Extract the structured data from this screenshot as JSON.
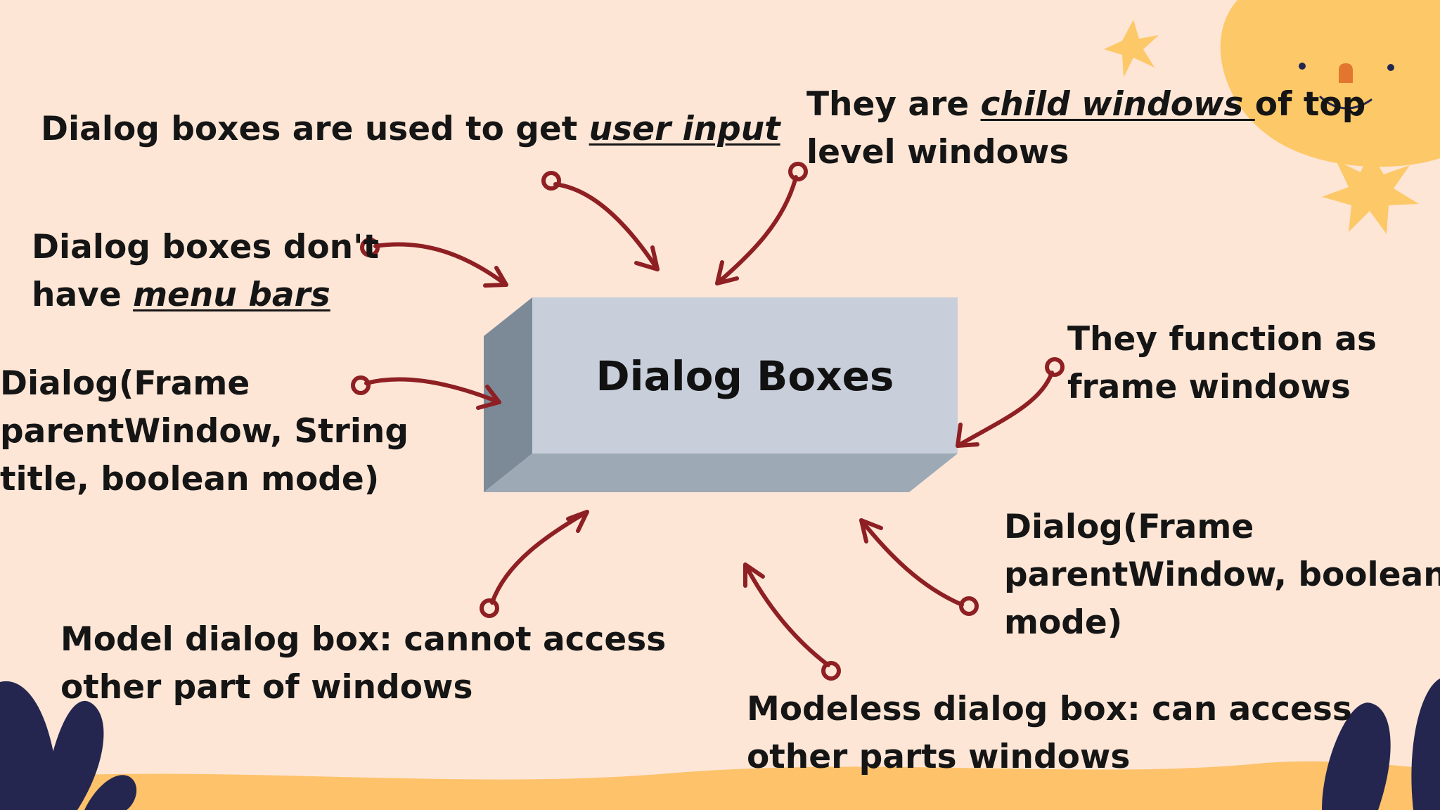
{
  "title": "Dialog Boxes",
  "colors": {
    "background": "#fde6d6",
    "box_front": "#c8cfdb",
    "box_side": "#7c8a98",
    "box_bottom": "#9ea9b6",
    "arrow": "#8e1f23",
    "sun": "#fdc867",
    "leaf": "#25264f",
    "ground": "#fdc26a"
  },
  "labels": {
    "user_input": {
      "prefix": "Dialog boxes are used to get ",
      "emphasis": "user input"
    },
    "child_windows": {
      "prefix": "They are ",
      "emphasis": "child windows ",
      "suffix": "of top",
      "line2": "level windows"
    },
    "menu_bars": {
      "line1": "Dialog boxes don't",
      "line2_prefix": "have ",
      "emphasis": "menu bars"
    },
    "constructor_title": {
      "line1": "Dialog(Frame",
      "line2": "parentWindow, String",
      "line3": "title, boolean mode)"
    },
    "frame_windows": {
      "line1": "They function as",
      "line2": "frame windows"
    },
    "constructor_mode": {
      "line1": "Dialog(Frame",
      "line2": "parentWindow, boolean",
      "line3": "mode)"
    },
    "modal": {
      "line1": "Model dialog box: cannot access",
      "line2": "other part of windows"
    },
    "modeless": {
      "line1": "Modeless dialog box: can access",
      "line2": "other parts windows"
    }
  }
}
